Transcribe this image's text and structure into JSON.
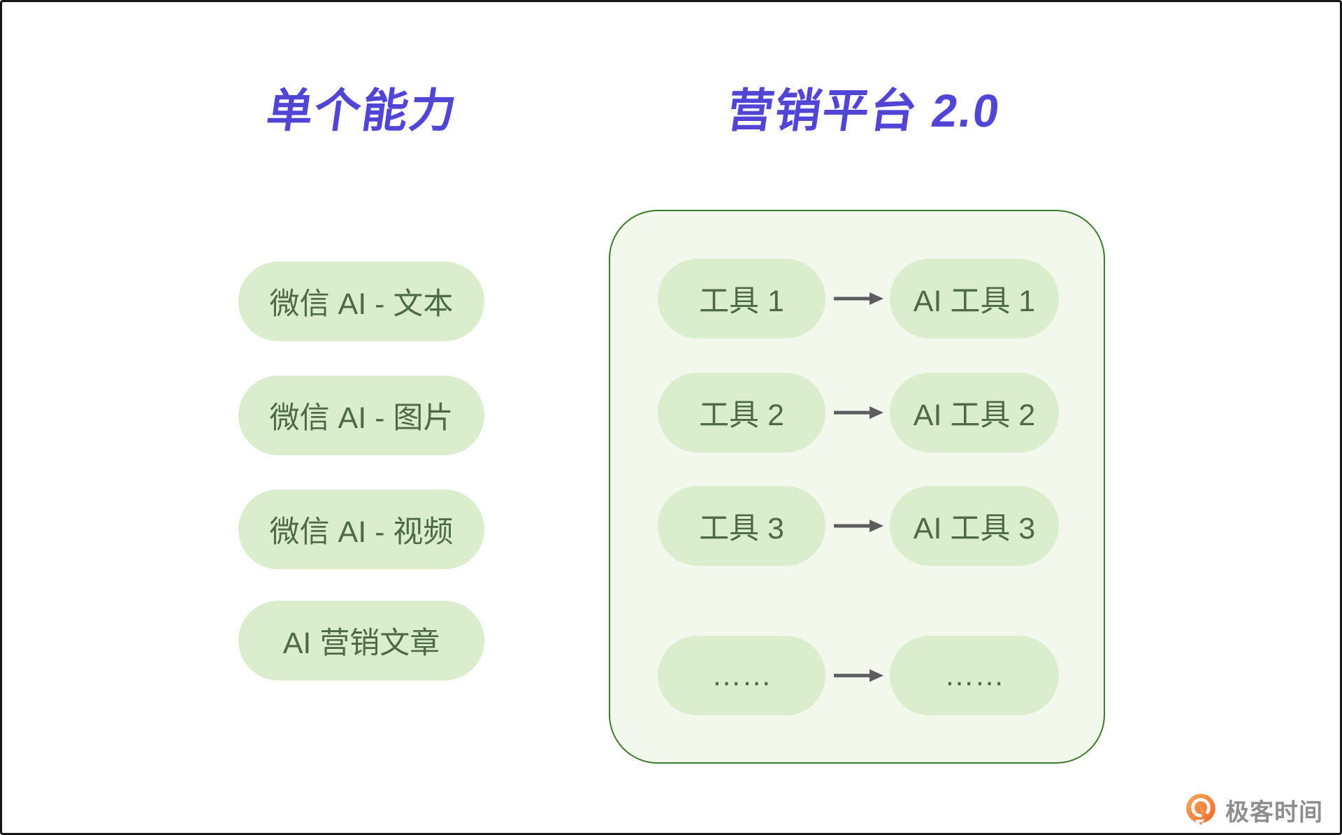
{
  "left_section": {
    "title": "单个能力",
    "items": [
      "微信 AI - 文本",
      "微信 AI - 图片",
      "微信 AI - 视频",
      "AI 营销文章"
    ]
  },
  "right_section": {
    "title": "营销平台 2.0",
    "rows": [
      {
        "from": "工具 1",
        "to": "AI 工具 1"
      },
      {
        "from": "工具 2",
        "to": "AI 工具 2"
      },
      {
        "from": "工具 3",
        "to": "AI 工具 3"
      },
      {
        "from": "……",
        "to": "……"
      }
    ]
  },
  "logo": {
    "text": "极客时间",
    "icon": "geektime-icon"
  },
  "colors": {
    "title_purple": "#5145d5",
    "pill_fill": "#daeecd",
    "pill_text": "#4d6a47",
    "container_fill": "#f2f8ec",
    "container_border": "#3d7a2c",
    "arrow_gray": "#5d5d5f",
    "logo_text_gray": "#8e8e8e",
    "logo_orange_light": "#f8ab5e",
    "logo_orange_dark": "#ec6626",
    "page_background": "#ffffff",
    "page_border": "#161616"
  }
}
